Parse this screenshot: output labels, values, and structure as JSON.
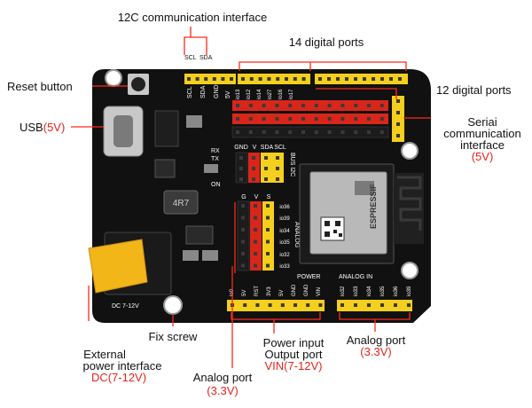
{
  "colors": {
    "board": "#111111",
    "header_yellow": "#f5cf1e",
    "pin_red": "#d8261b",
    "pin_black": "#1c1c1c",
    "callout_red": "#ff2a1a",
    "accent_red": "#e8231c"
  },
  "labels": {
    "i2c_interface": "12C communication interface",
    "scl": "SCL",
    "sda": "SDA",
    "digital_14": "14 digital ports",
    "reset_button": "Reset button",
    "digital_12": "12 digital ports",
    "usb": "USB",
    "usb_voltage": "(5V)",
    "serial_line1": "Seriai",
    "serial_line2": "communication",
    "serial_line3": "interface",
    "serial_voltage": "(5V)",
    "external_line1": "External",
    "external_line2": "power interface",
    "external_dc": "DC(7-12V)",
    "fix_screw": "Fix screw",
    "power_line1": "Power input",
    "power_line2": "Output port",
    "power_vin": "VIN(7-12V)",
    "analog_mid_line1": "Analog port",
    "analog_mid_voltage": "(3.3V)",
    "analog_bottom_line1": "Analog port",
    "analog_bottom_voltage": "(3.3V)"
  },
  "silkscreen": {
    "top_left_pins": [
      "SCL",
      "SDA",
      "GND",
      "5V"
    ],
    "top_digital_pins": [
      "io13",
      "io12",
      "io14",
      "io27",
      "io16",
      "io17"
    ],
    "i2c_header": [
      "GND",
      "V",
      "SDA",
      "SCL"
    ],
    "bus_label": "BUS I2C",
    "analog_header": [
      "G",
      "V",
      "S"
    ],
    "analog_pins": [
      "io36",
      "io39",
      "io34",
      "io35",
      "io32",
      "io33"
    ],
    "analog_side_label": "ANALOG",
    "power_title": "POWER",
    "power_pins": [
      "io0",
      "5V",
      "RST",
      "3V3",
      "5V",
      "GND",
      "GND",
      "VIN"
    ],
    "analog_in_title": "ANALOG IN",
    "analog_in_pins": [
      "io32",
      "io33",
      "io34",
      "io35",
      "io36",
      "io39"
    ],
    "dc_label": "DC 7-12V",
    "rx_label": "RX",
    "tx_label": "TX",
    "on_label": "ON",
    "module_brand": "ESPRESSIF",
    "inductor_label": "4R7"
  }
}
